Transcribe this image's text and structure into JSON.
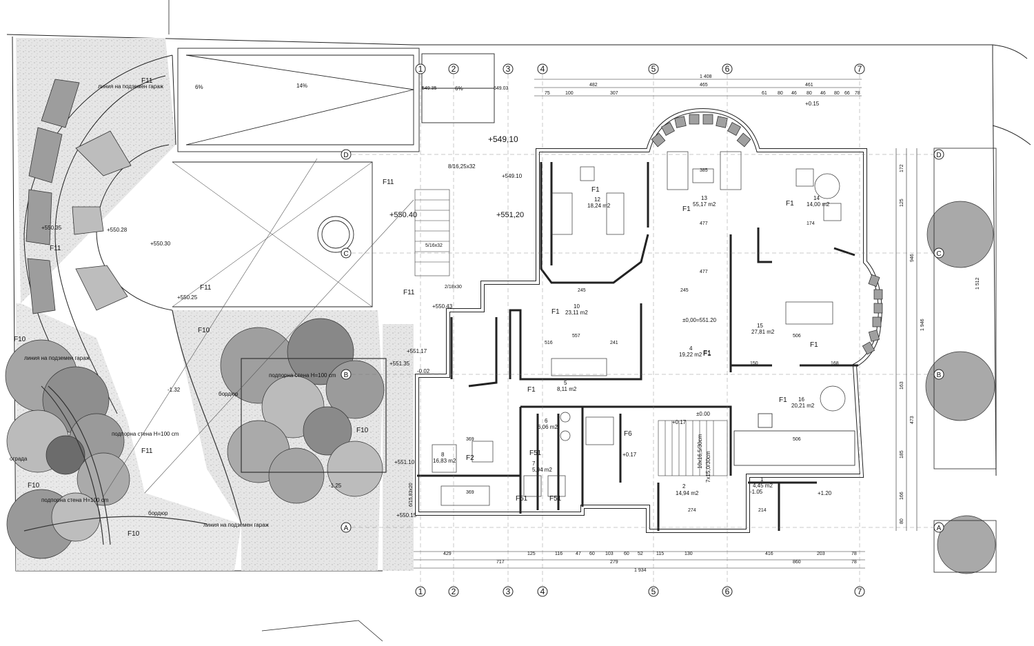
{
  "grid_axes": {
    "columns": [
      "1",
      "2",
      "3",
      "4",
      "5",
      "6",
      "7"
    ],
    "rows": [
      "D",
      "C",
      "B",
      "A"
    ]
  },
  "rooms": [
    {
      "id": "room-12",
      "number": "12",
      "area": "18,24 m2",
      "floor": "F1"
    },
    {
      "id": "room-13",
      "number": "13",
      "area": "55,17 m2",
      "floor": "F1"
    },
    {
      "id": "room-14",
      "number": "14",
      "area": "14,00 m2",
      "floor": "F1"
    },
    {
      "id": "room-10",
      "number": "10",
      "area": "23,11 m2",
      "floor": "F1"
    },
    {
      "id": "room-15",
      "number": "15",
      "area": "27,81 m2",
      "floor": "F1"
    },
    {
      "id": "room-4",
      "number": "4",
      "area": "19,22 m2",
      "floor": "F1"
    },
    {
      "id": "room-5",
      "number": "5",
      "area": "8,11 m2",
      "floor": "F1"
    },
    {
      "id": "room-16",
      "number": "16",
      "area": "20,21 m2",
      "floor": "F1"
    },
    {
      "id": "room-6",
      "number": "6",
      "area": "6,06 m2",
      "floor": ""
    },
    {
      "id": "room-8",
      "number": "8",
      "area": "16,83 m2",
      "floor": "F2"
    },
    {
      "id": "room-7",
      "number": "7",
      "area": "5,94 m2",
      "floor": "F51"
    },
    {
      "id": "room-2",
      "number": "2",
      "area": "14,94 m2",
      "floor": ""
    },
    {
      "id": "room-1",
      "number": "1",
      "area": "4,45 m2",
      "floor": ""
    }
  ],
  "labels": {
    "elev_main": "+549,10",
    "elev_550_40": "+550.40",
    "elev_551_20": "+551,20",
    "elev_550_30": "+550.30",
    "elev_550_28": "+550.28",
    "elev_550_35": "+550.35",
    "elev_550_25": "+550.25",
    "elev_550_43": "+550.43",
    "elev_551_10": "+551.10",
    "elev_550_15": "+550.15",
    "elev_551_35": "+551.35",
    "elev_551_17": "+551.17",
    "elev_zero": "±0,00=551.20",
    "elev_0_15": "+0.15",
    "elev_0_17": "+0.17",
    "elev_0_17b": "+0.17",
    "elev_1_05": "-1.05",
    "elev_1_20": "+1.20",
    "elev_1_32": "-1.32",
    "elev_1_25": "-1.25",
    "elev_0_02": "-0.02",
    "elev_0_00": "±0.00",
    "elev_549_10": "+549.10",
    "elev_549_03": "549.03",
    "elev_549_35": "549.35",
    "slope_6a": "6%",
    "slope_14": "14%",
    "slope_6b": "6%",
    "stair_main": "8/16,25x32",
    "stair_b": "5/16x32",
    "stair_c": "2/18x30",
    "stair_d": "10x16,5/30cm",
    "stair_e": "7x15,0/30cm",
    "stair_f": "6/15,83x20",
    "note_garage_1": "линия на подземен гараж",
    "note_garage_2": "линия на подземен гараж",
    "note_garage_3": "линия на подземен гараж",
    "note_wall_1": "подпорна стена H=100 cm",
    "note_wall_2": "подпорна стена H=100 cm",
    "note_wall_3": "подпорна стена H=100 cm",
    "note_border_1": "бордюр",
    "note_border_2": "бордюр",
    "note_fence": "ограда",
    "zone_f11_a": "F11",
    "zone_f11_b": "F11",
    "zone_f11_c": "F11",
    "zone_f11_d": "F11",
    "zone_f11_e": "F11",
    "zone_f11_f": "F11",
    "zone_f10_a": "F10",
    "zone_f10_b": "F10",
    "zone_f10_c": "F10",
    "zone_f10_d": "F10",
    "zone_f10_e": "F10",
    "zone_f1_a": "F1",
    "zone_f1_b": "F1",
    "zone_f6": "F6",
    "zone_f51_a": "F51",
    "zone_f51_b": "F51"
  },
  "dimensions": {
    "top_total": "1 408",
    "top_row1": [
      "482",
      "465",
      "461"
    ],
    "top_row2": [
      "75",
      "100",
      "307",
      "61",
      "80",
      "46",
      "80",
      "46",
      "80",
      "66",
      "78"
    ],
    "bottom_row1": [
      "429",
      "125",
      "116",
      "47",
      "60",
      "103",
      "60",
      "52",
      "115",
      "130",
      "416",
      "203",
      "78"
    ],
    "bottom_row2": [
      "717",
      "279",
      "860",
      "78"
    ],
    "bottom_total": "1 934",
    "right_col": [
      "172",
      "125",
      "946",
      "1 512",
      "1 946",
      "163",
      "473",
      "185",
      "166",
      "80"
    ],
    "interior": [
      "385",
      "477",
      "477",
      "174",
      "245",
      "245",
      "557",
      "241",
      "516",
      "150",
      "168",
      "506",
      "506",
      "369",
      "369",
      "274",
      "214"
    ]
  },
  "colors": {
    "line": "#1a1a1a",
    "paving": "#d9d9d9",
    "stone": "#9a9a9a",
    "tree_light": "#bcbcbc",
    "tree_mid": "#8f8f8f",
    "tree_dark": "#666666",
    "grass": "#e8e8e8"
  }
}
